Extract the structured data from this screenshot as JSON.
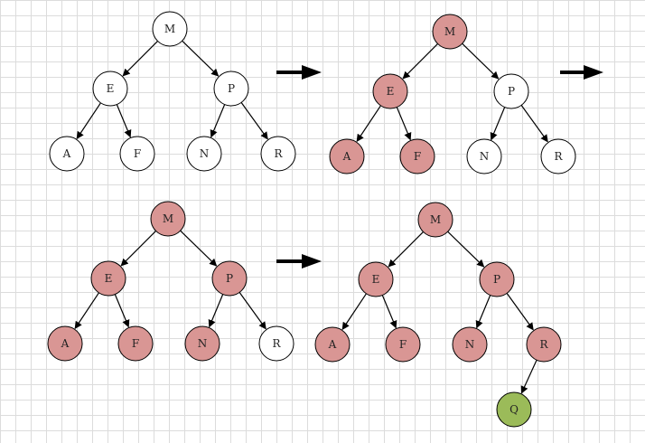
{
  "colors": {
    "visited": "#d99694",
    "unvisited": "#ffffff",
    "found": "#9bbb59",
    "stroke": "#000000"
  },
  "trees": [
    {
      "nodes": [
        {
          "id": "M",
          "label": "M",
          "state": "unvisited"
        },
        {
          "id": "E",
          "label": "E",
          "state": "unvisited"
        },
        {
          "id": "P",
          "label": "P",
          "state": "unvisited"
        },
        {
          "id": "A",
          "label": "A",
          "state": "unvisited"
        },
        {
          "id": "F",
          "label": "F",
          "state": "unvisited"
        },
        {
          "id": "N",
          "label": "N",
          "state": "unvisited"
        },
        {
          "id": "R",
          "label": "R",
          "state": "unvisited"
        }
      ],
      "edges": [
        [
          "M",
          "E"
        ],
        [
          "M",
          "P"
        ],
        [
          "E",
          "A"
        ],
        [
          "E",
          "F"
        ],
        [
          "P",
          "N"
        ],
        [
          "P",
          "R"
        ]
      ]
    },
    {
      "nodes": [
        {
          "id": "M",
          "label": "M",
          "state": "visited"
        },
        {
          "id": "E",
          "label": "E",
          "state": "visited"
        },
        {
          "id": "P",
          "label": "P",
          "state": "unvisited"
        },
        {
          "id": "A",
          "label": "A",
          "state": "visited"
        },
        {
          "id": "F",
          "label": "F",
          "state": "visited"
        },
        {
          "id": "N",
          "label": "N",
          "state": "unvisited"
        },
        {
          "id": "R",
          "label": "R",
          "state": "unvisited"
        }
      ],
      "edges": [
        [
          "M",
          "E"
        ],
        [
          "M",
          "P"
        ],
        [
          "E",
          "A"
        ],
        [
          "E",
          "F"
        ],
        [
          "P",
          "N"
        ],
        [
          "P",
          "R"
        ]
      ]
    },
    {
      "nodes": [
        {
          "id": "M",
          "label": "M",
          "state": "visited"
        },
        {
          "id": "E",
          "label": "E",
          "state": "visited"
        },
        {
          "id": "P",
          "label": "P",
          "state": "visited"
        },
        {
          "id": "A",
          "label": "A",
          "state": "visited"
        },
        {
          "id": "F",
          "label": "F",
          "state": "visited"
        },
        {
          "id": "N",
          "label": "N",
          "state": "visited"
        },
        {
          "id": "R",
          "label": "R",
          "state": "unvisited"
        }
      ],
      "edges": [
        [
          "M",
          "E"
        ],
        [
          "M",
          "P"
        ],
        [
          "E",
          "A"
        ],
        [
          "E",
          "F"
        ],
        [
          "P",
          "N"
        ],
        [
          "P",
          "R"
        ]
      ]
    },
    {
      "nodes": [
        {
          "id": "M",
          "label": "M",
          "state": "visited"
        },
        {
          "id": "E",
          "label": "E",
          "state": "visited"
        },
        {
          "id": "P",
          "label": "P",
          "state": "visited"
        },
        {
          "id": "A",
          "label": "A",
          "state": "visited"
        },
        {
          "id": "F",
          "label": "F",
          "state": "visited"
        },
        {
          "id": "N",
          "label": "N",
          "state": "visited"
        },
        {
          "id": "R",
          "label": "R",
          "state": "visited"
        },
        {
          "id": "Q",
          "label": "Q",
          "state": "found"
        }
      ],
      "edges": [
        [
          "M",
          "E"
        ],
        [
          "M",
          "P"
        ],
        [
          "E",
          "A"
        ],
        [
          "E",
          "F"
        ],
        [
          "P",
          "N"
        ],
        [
          "P",
          "R"
        ],
        [
          "R",
          "Q"
        ]
      ]
    }
  ],
  "transitions": [
    {
      "from": 0,
      "to": 1
    },
    {
      "from": 1,
      "to": 2
    },
    {
      "from": 2,
      "to": 3
    }
  ]
}
